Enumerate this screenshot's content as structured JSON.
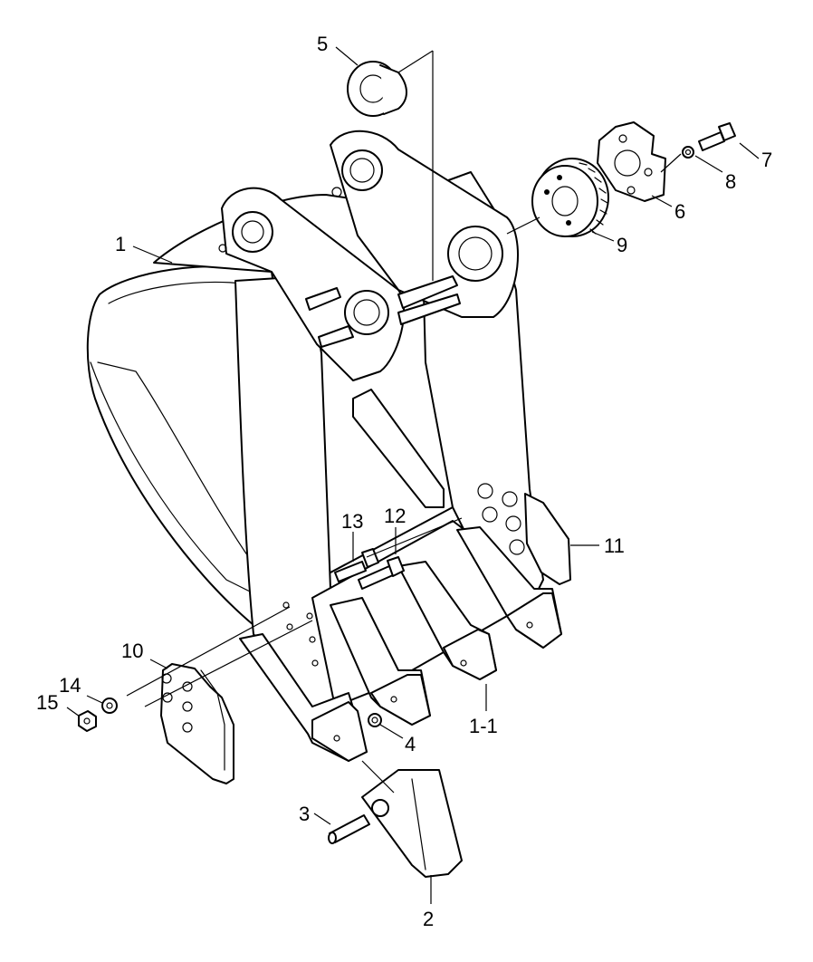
{
  "callouts": {
    "p1": "1",
    "p1_1": "1-1",
    "p2": "2",
    "p3": "3",
    "p4": "4",
    "p5": "5",
    "p6": "6",
    "p7": "7",
    "p8": "8",
    "p9": "9",
    "p10": "10",
    "p11": "11",
    "p12": "12",
    "p13": "13",
    "p14": "14",
    "p15": "15"
  },
  "colors": {
    "line": "#000000",
    "background": "#ffffff"
  }
}
